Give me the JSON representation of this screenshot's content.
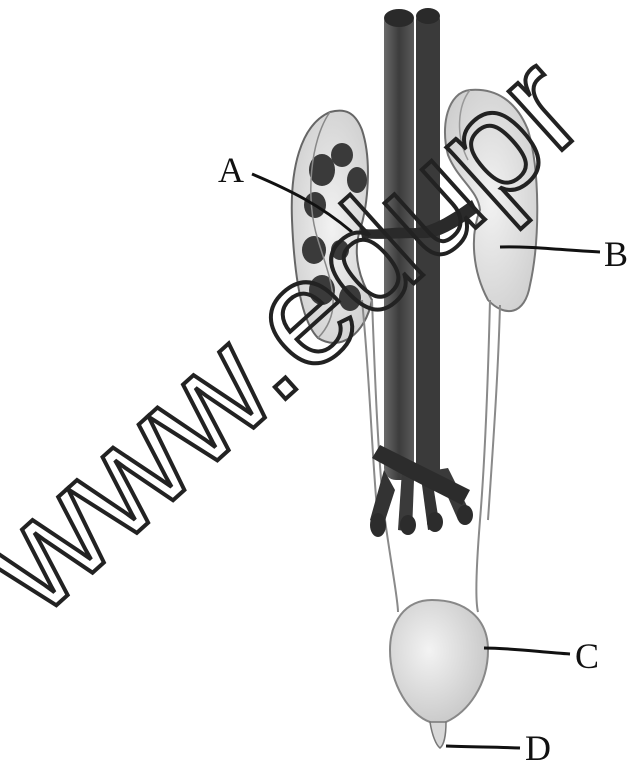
{
  "diagram": {
    "labels": {
      "a": "A",
      "b": "B",
      "c": "C",
      "d": "D"
    }
  },
  "watermark": {
    "text": "www.edupr"
  },
  "colors": {
    "vessel_dark": "#4a4a4a",
    "vessel_darker": "#2e2e2e",
    "kidney_fill": "#e6e6e6",
    "medulla_dark": "#3a3a3a",
    "bladder_fill": "#e2e2e2",
    "outline": "#555555"
  }
}
